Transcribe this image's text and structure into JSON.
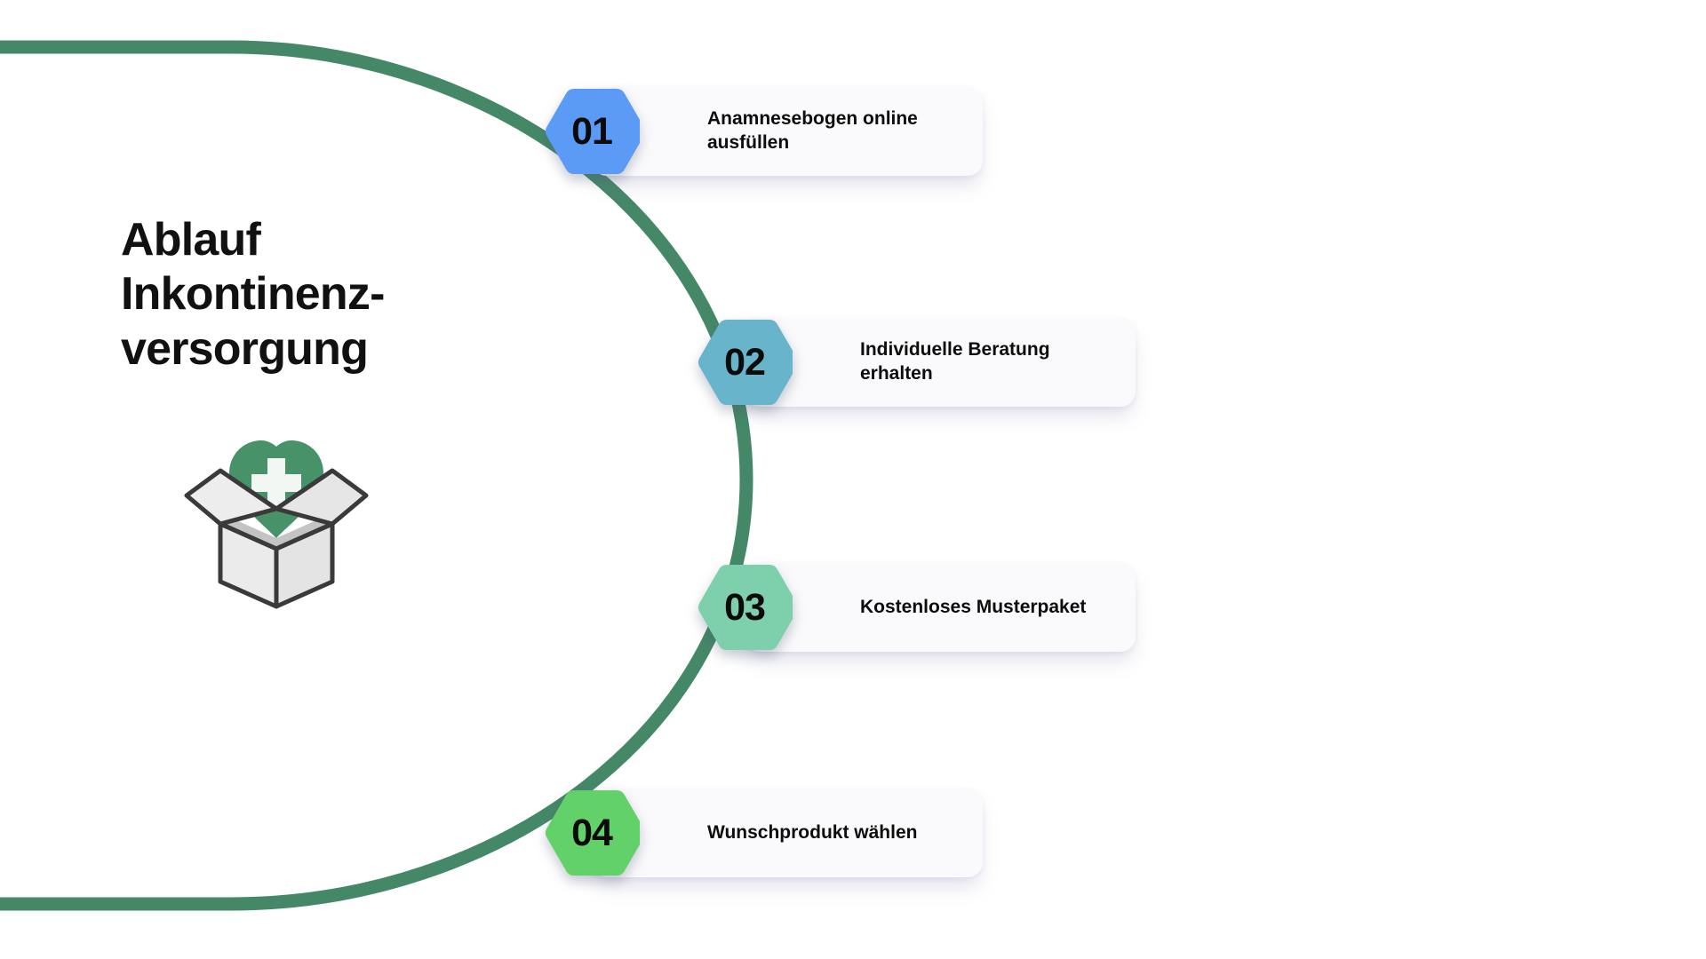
{
  "page": {
    "background_color": "#ffffff",
    "curve_color": "#458868",
    "card_color": "#fafafc"
  },
  "title": {
    "text": "Ablauf\nInkontinenz-\nversorgung",
    "color": "#111111"
  },
  "illustration": {
    "name": "open-box-with-medical-heart",
    "heart_color": "#479268",
    "cross_color": "#f2f7f3",
    "box_fill": "#ebebeb",
    "box_shade": "#c4c4c4",
    "box_outline": "#3a3a3a"
  },
  "steps": [
    {
      "number": "01",
      "label": "Anamnesebogen online\nausfüllen",
      "badge_color": "#5b9bf5",
      "badge_shade": "#4f8ae0"
    },
    {
      "number": "02",
      "label": "Individuelle Beratung\nerhalten",
      "badge_color": "#68b4ca",
      "badge_shade": "#59a2b8"
    },
    {
      "number": "03",
      "label": "Kostenloses Musterpaket",
      "badge_color": "#7ecfab",
      "badge_shade": "#6bbd99"
    },
    {
      "number": "04",
      "label": "Wunschprodukt wählen",
      "badge_color": "#63d169",
      "badge_shade": "#54bd5b"
    }
  ]
}
